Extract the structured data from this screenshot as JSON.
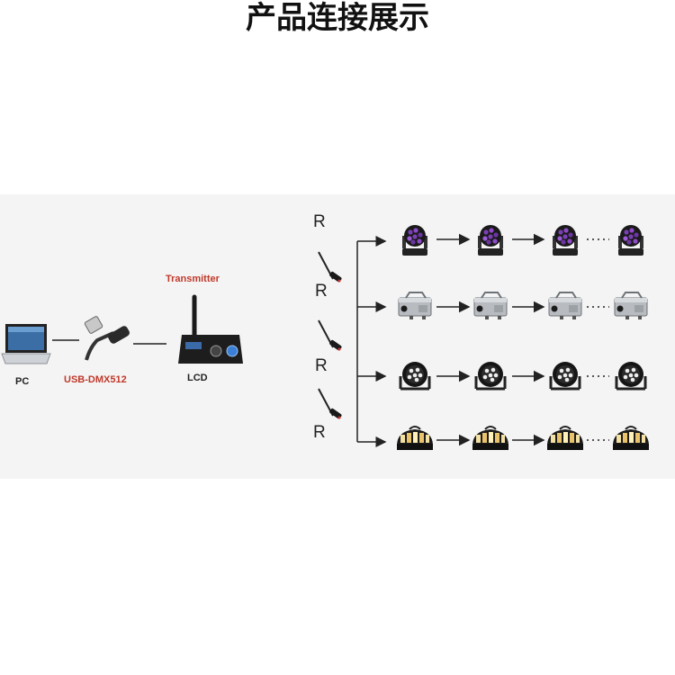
{
  "page": {
    "title": "产品连接展示"
  },
  "diagram": {
    "labels": {
      "pc": "PC",
      "usb_dmx": "USB-DMX512",
      "transmitter": "Transmitter",
      "lcd": "LCD"
    },
    "receiver_label": "R",
    "rows": [
      {
        "fixture": "moving-head-icon"
      },
      {
        "fixture": "fog-machine-icon"
      },
      {
        "fixture": "par-light-icon"
      },
      {
        "fixture": "derby-light-icon"
      }
    ],
    "colors": {
      "transmitter_label": "#c0392b",
      "usb_label": "#c0392b"
    }
  }
}
